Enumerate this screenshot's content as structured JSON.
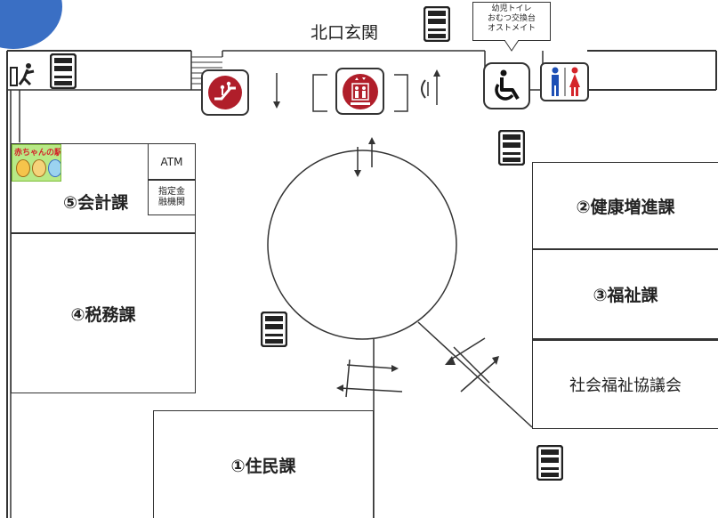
{
  "entrance_label": "北口玄関",
  "rooms": {
    "r1": "①住民課",
    "r2": "②健康増進課",
    "r3": "③福祉課",
    "r4": "④税務課",
    "r5": "⑤会計課",
    "council": "社会福祉協議会"
  },
  "atm": {
    "label": "ATM",
    "bank": "指定金\n融機関"
  },
  "callout": {
    "line1": "幼児トイレ",
    "line2": "おむつ交換台",
    "line3": "オストメイト"
  },
  "sign": {
    "text": "赤ちゃんの駅"
  },
  "icons": {
    "escalator": "escalator-icon",
    "elevator": "elevator-icon",
    "accessible": "wheelchair-icon",
    "restroom": "restroom-icon",
    "vending": "vending-machine-icon",
    "emergency_exit": "emergency-exit-icon"
  },
  "colors": {
    "accent_blue": "#3a6fc4",
    "badge_red": "#b01e2a",
    "male_blue": "#1d4fb5",
    "female_red": "#d4242a"
  }
}
